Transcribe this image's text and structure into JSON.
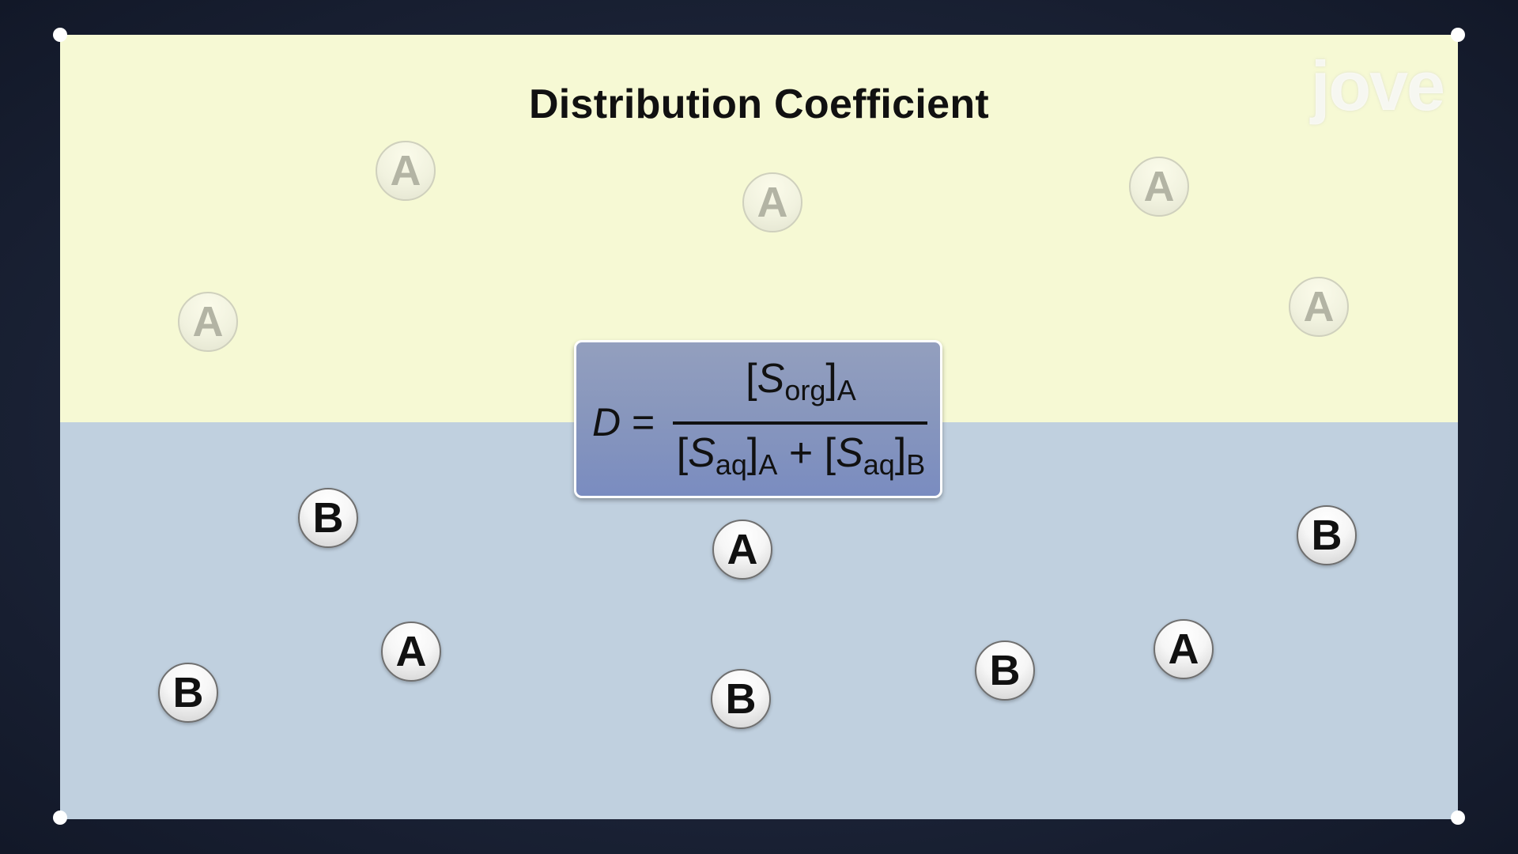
{
  "title": "Distribution Coefficient",
  "logo": "jove",
  "formula": {
    "lhs": "D",
    "equals": "=",
    "numerator": {
      "open": "[",
      "symbol": "S",
      "subscript": "org",
      "close": "]",
      "label": "A"
    },
    "denominator": {
      "term1": {
        "open": "[",
        "symbol": "S",
        "subscript": "aq",
        "close": "]",
        "label": "A"
      },
      "plus": "+",
      "term2": {
        "open": "[",
        "symbol": "S",
        "subscript": "aq",
        "close": "]",
        "label": "B"
      }
    }
  },
  "organic_molecules": [
    "A",
    "A",
    "A",
    "A",
    "A"
  ],
  "aqueous_molecules": [
    "B",
    "A",
    "B",
    "B",
    "A",
    "B",
    "A",
    "B"
  ],
  "colors": {
    "organic_layer": "#f6f9d4",
    "aqueous_layer": "#c0d0df",
    "formula_box": "#8796bd",
    "background": "#1c2438"
  }
}
